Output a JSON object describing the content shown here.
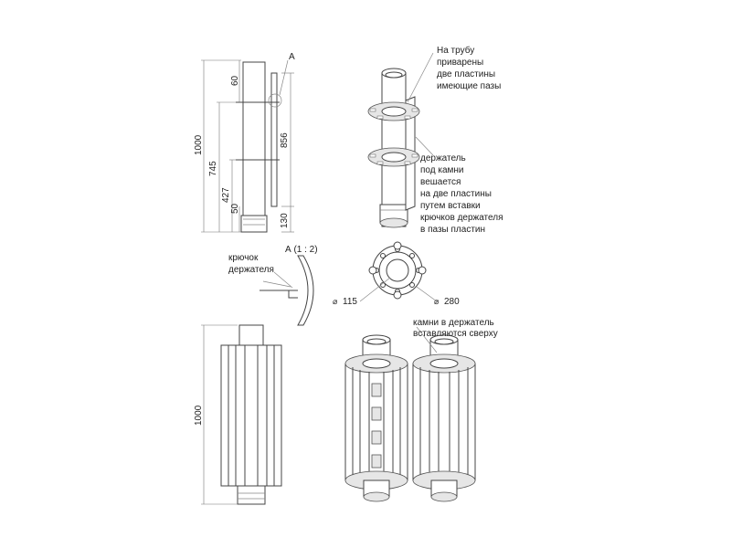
{
  "dimensions": {
    "total_height_top": "1000",
    "height_745": "745",
    "height_427": "427",
    "dim_60": "60",
    "dim_50": "50",
    "dim_856": "856",
    "dim_130": "130",
    "total_height_bottom": "1000",
    "diameter_115": "115",
    "diameter_280": "280"
  },
  "labels": {
    "view_a": "А",
    "view_a_scale": "А (1 : 2)",
    "hook_line1": "крючок",
    "hook_line2": "держателя",
    "diam_symbol": "⌀"
  },
  "notes": {
    "plates": [
      "На трубу",
      "приварены",
      "две пластины",
      "имеющие пазы"
    ],
    "holder": [
      "держатель",
      "под камни",
      "вешается",
      "на две пластины",
      "путем вставки",
      "крючков держателя",
      "в пазы пластин"
    ],
    "stones": [
      "камни в держатель",
      "вставляются сверху"
    ]
  }
}
